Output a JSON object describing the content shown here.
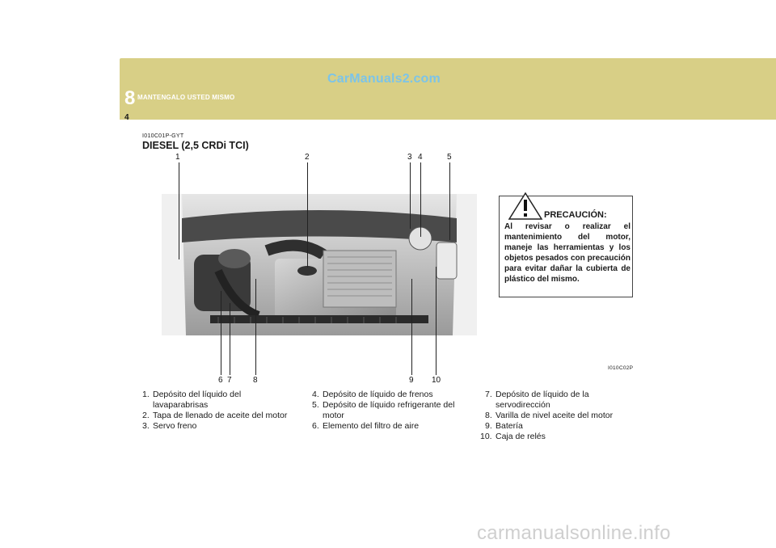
{
  "header": {
    "chapter_number": "8",
    "chapter_title": "MANTENGALO USTED MISMO",
    "page_number": "4",
    "watermark_top": "CarManuals2.com"
  },
  "section": {
    "code": "I010C01P-GYT",
    "title": "DIESEL (2,5 CRDi TCI)"
  },
  "callouts": {
    "top": [
      "1",
      "2",
      "3",
      "4",
      "5"
    ],
    "bottom": [
      "6",
      "7",
      "8",
      "9",
      "10"
    ]
  },
  "caution": {
    "title": "PRECAUCIÓN:",
    "text": "Al revisar o realizar el mantenimiento del motor, maneje las herramientas y los objetos pesados con precaución para evitar dañar la cubierta de plástico del mismo."
  },
  "image_code": "I010C02P",
  "legend": {
    "col1": [
      {
        "n": "1.",
        "text": "Depósito del líquido del lavaparabrisas"
      },
      {
        "n": "2.",
        "text": "Tapa de llenado de aceite del motor"
      },
      {
        "n": "3.",
        "text": "Servo freno"
      }
    ],
    "col2": [
      {
        "n": "4.",
        "text": "Depósito de líquido de frenos"
      },
      {
        "n": "5.",
        "text": "Depósito de líquido refrigerante del motor"
      },
      {
        "n": "6.",
        "text": "Elemento del filtro de aire"
      }
    ],
    "col3": [
      {
        "n": "7.",
        "text": "Depósito de líquido de la servodirección"
      },
      {
        "n": "8.",
        "text": "Varilla de nivel aceite del motor"
      },
      {
        "n": "9.",
        "text": "Batería"
      },
      {
        "n": "10.",
        "text": "Caja de relés"
      }
    ]
  },
  "watermark_bottom": "carmanualsonline.info"
}
